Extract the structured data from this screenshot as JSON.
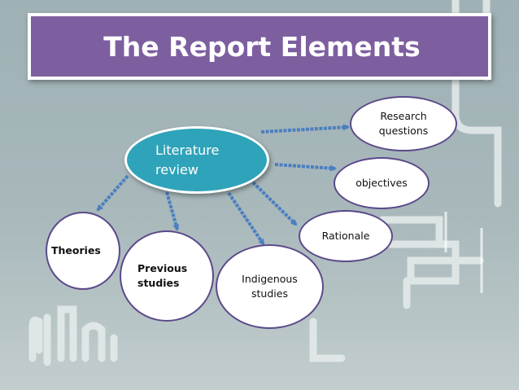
{
  "title": "The Report Elements",
  "center": "Literature\nreview",
  "nodes": {
    "research_questions": "Research\nquestions",
    "objectives": "objectives",
    "rationale": "Rationale",
    "theories": "Theories",
    "previous_studies": "Previous\nstudies",
    "indigenous_studies": "Indigenous\nstudies"
  },
  "colors": {
    "title_fill": "#7d5fa0",
    "center_fill": "#2fa3b9",
    "arrow": "#4a7fc0",
    "node_border": "#5b4a8a"
  }
}
